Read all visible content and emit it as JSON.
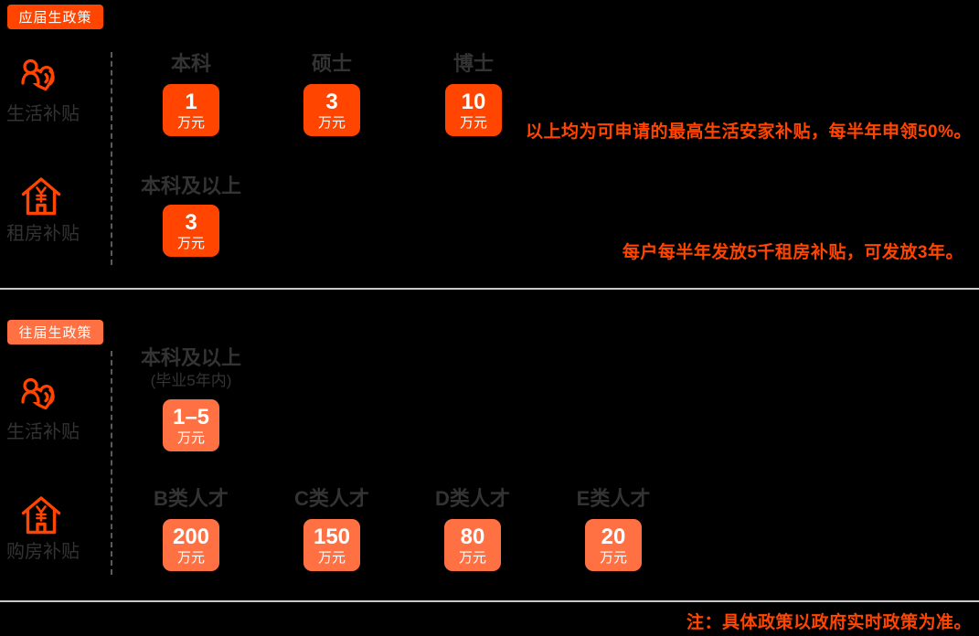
{
  "page": {
    "background": "#000000",
    "type": "talent-policy-infographic"
  },
  "colors": {
    "accent_red": "#ff4500",
    "accent_orange": "#ff7043",
    "label_gray": "#333333",
    "divider_gray": "#c8c8c8",
    "dash_gray": "#5a5a5a",
    "box_text": "#ffffff"
  },
  "sections": [
    {
      "badge": "应届生政策",
      "rows": [
        {
          "label": "生活补贴",
          "icon": "people-care-icon",
          "columns": [
            {
              "header": "本科",
              "value": "1",
              "unit": "万元"
            },
            {
              "header": "硕士",
              "value": "3",
              "unit": "万元"
            },
            {
              "header": "博士",
              "value": "10",
              "unit": "万元"
            }
          ],
          "note": "以上均为可申请的最高生活安家补贴，每半年申领50%。"
        },
        {
          "label": "租房补贴",
          "icon": "house-yuan-icon",
          "columns": [
            {
              "header": "本科及以上",
              "value": "3",
              "unit": "万元"
            }
          ],
          "note": "每户每半年发放5千租房补贴，可发放3年。"
        }
      ]
    },
    {
      "badge": "往届生政策",
      "rows": [
        {
          "label": "生活补贴",
          "icon": "people-care-icon",
          "columns": [
            {
              "header": "本科及以上",
              "subheader": "(毕业5年内)",
              "value": "1–5",
              "unit": "万元"
            }
          ]
        },
        {
          "label": "购房补贴",
          "icon": "house-yuan-icon",
          "columns": [
            {
              "header": "B类人才",
              "value": "200",
              "unit": "万元"
            },
            {
              "header": "C类人才",
              "value": "150",
              "unit": "万元"
            },
            {
              "header": "D类人才",
              "value": "80",
              "unit": "万元"
            },
            {
              "header": "E类人才",
              "value": "20",
              "unit": "万元"
            }
          ]
        }
      ]
    }
  ],
  "footer_note": "注：具体政策以政府实时政策为准。"
}
